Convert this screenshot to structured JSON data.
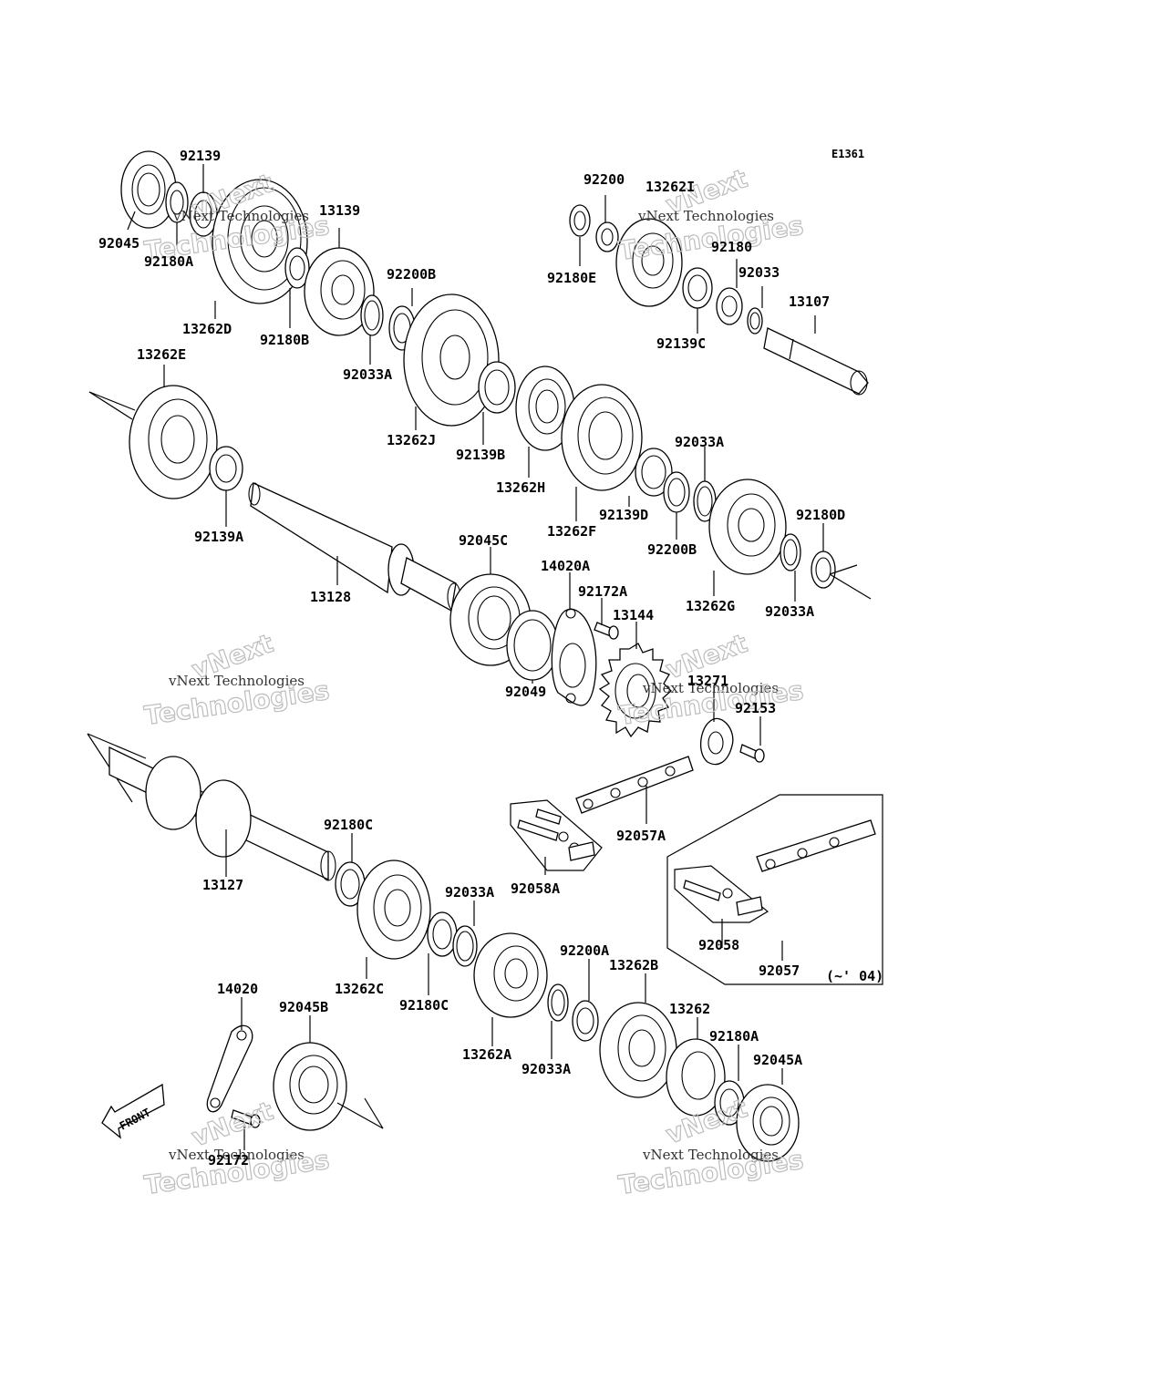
{
  "diagram_code": "E1361",
  "front_label": "FRONT",
  "box_note": "(~' 04)",
  "watermark": {
    "line1": "vNext Technologies",
    "big1": "vNext",
    "big2": "Technologies"
  },
  "parts": {
    "p92139": "92139",
    "p92045": "92045",
    "p92180A": "92180A",
    "p13139": "13139",
    "p13262D": "13262D",
    "p92180B": "92180B",
    "p92200B_top": "92200B",
    "p92033A_top": "92033A",
    "p13262J": "13262J",
    "p92200": "92200",
    "p13262I": "13262I",
    "p92180E": "92180E",
    "p92180": "92180",
    "p92033": "92033",
    "p13107": "13107",
    "p92139C": "92139C",
    "p13262E": "13262E",
    "p92139B": "92139B",
    "p13262H": "13262H",
    "p92139A": "92139A",
    "p13262F": "13262F",
    "p92139D": "92139D",
    "p92033A_mid1": "92033A",
    "p92200B_mid": "92200B",
    "p92180D": "92180D",
    "p13262G": "13262G",
    "p92033A_mid2": "92033A",
    "p13128": "13128",
    "p92045C": "92045C",
    "p14020A": "14020A",
    "p92172A": "92172A",
    "p13144": "13144",
    "p92049": "92049",
    "p13271": "13271",
    "p92153": "92153",
    "p92057A": "92057A",
    "p92058A": "92058A",
    "p92180C_top": "92180C",
    "p13127": "13127",
    "p92033A_low1": "92033A",
    "p13262C": "13262C",
    "p92180C_low": "92180C",
    "p92200A": "92200A",
    "p13262B": "13262B",
    "p13262A": "13262A",
    "p92033A_low2": "92033A",
    "p13262": "13262",
    "p92180A_low": "92180A",
    "p92045A": "92045A",
    "p14020": "14020",
    "p92045B": "92045B",
    "p92172": "92172",
    "p92058": "92058",
    "p92057": "92057"
  }
}
